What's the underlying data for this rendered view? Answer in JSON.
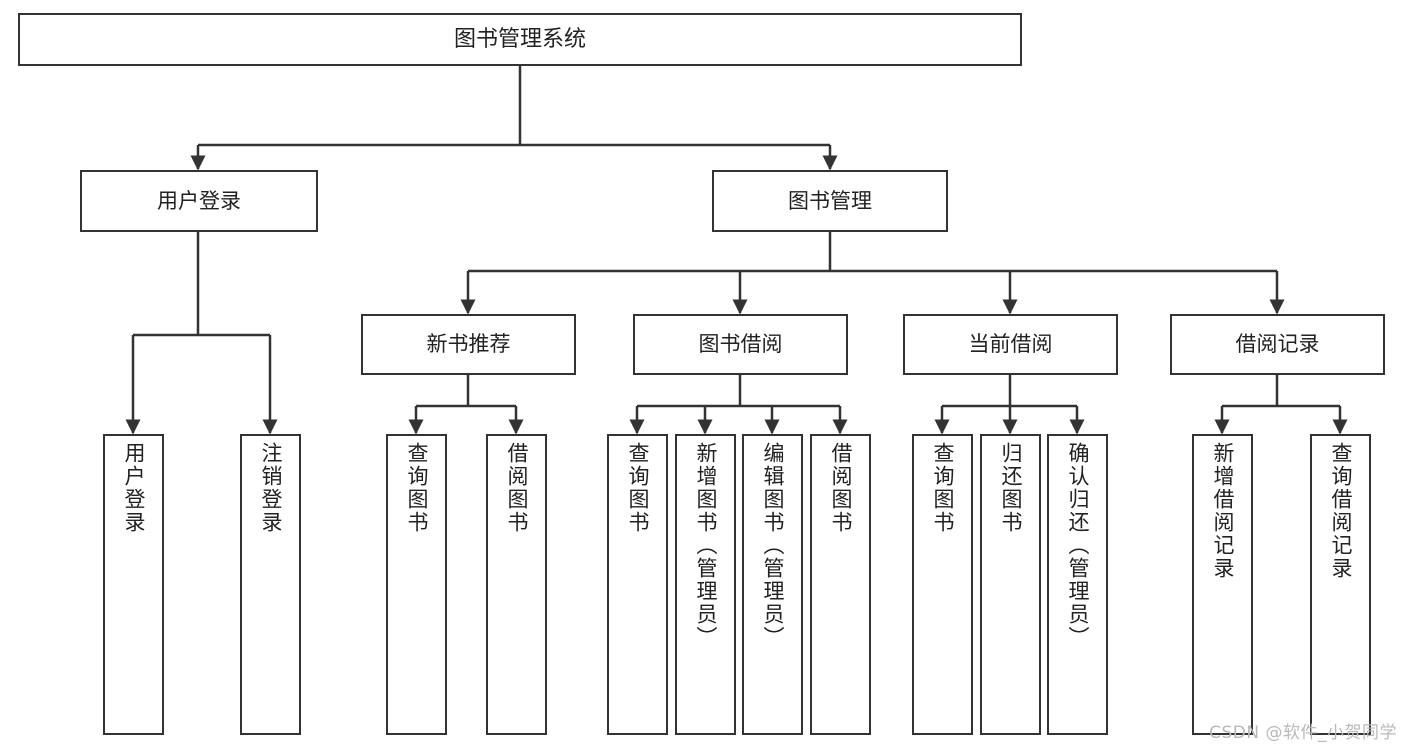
{
  "diagram": {
    "title": "图书管理系统",
    "type": "tree",
    "root": {
      "id": "root",
      "label": "图书管理系统"
    },
    "level2": [
      {
        "id": "user-login",
        "label": "用户登录"
      },
      {
        "id": "book-manage",
        "label": "图书管理"
      }
    ],
    "level3": [
      {
        "id": "new-book-recommend",
        "label": "新书推荐",
        "parent": "book-manage"
      },
      {
        "id": "book-borrow",
        "label": "图书借阅",
        "parent": "book-manage"
      },
      {
        "id": "current-borrow",
        "label": "当前借阅",
        "parent": "book-manage"
      },
      {
        "id": "borrow-record",
        "label": "借阅记录",
        "parent": "book-manage"
      }
    ],
    "leaves": [
      {
        "id": "leaf-user-login",
        "label": "用户登录",
        "parent": "user-login"
      },
      {
        "id": "leaf-user-logout",
        "label": "注销登录",
        "parent": "user-login"
      },
      {
        "id": "leaf-query-book-1",
        "label": "查询图书",
        "parent": "new-book-recommend"
      },
      {
        "id": "leaf-borrow-book-1",
        "label": "借阅图书",
        "parent": "new-book-recommend"
      },
      {
        "id": "leaf-query-book-2",
        "label": "查询图书",
        "parent": "book-borrow"
      },
      {
        "id": "leaf-add-book",
        "label": "新增图书（管理员）",
        "parent": "book-borrow"
      },
      {
        "id": "leaf-edit-book",
        "label": "编辑图书（管理员）",
        "parent": "book-borrow"
      },
      {
        "id": "leaf-borrow-book-2",
        "label": "借阅图书",
        "parent": "book-borrow"
      },
      {
        "id": "leaf-query-book-3",
        "label": "查询图书",
        "parent": "current-borrow"
      },
      {
        "id": "leaf-return-book",
        "label": "归还图书",
        "parent": "current-borrow"
      },
      {
        "id": "leaf-confirm-return",
        "label": "确认归还（管理员）",
        "parent": "current-borrow"
      },
      {
        "id": "leaf-add-record",
        "label": "新增借阅记录",
        "parent": "borrow-record"
      },
      {
        "id": "leaf-query-record",
        "label": "查询借阅记录",
        "parent": "borrow-record"
      }
    ],
    "colors": {
      "border": "#333333",
      "fill": "#ffffff",
      "text": "#222222",
      "edge": "#333333",
      "watermark": "#b9b9b9"
    }
  },
  "watermark": {
    "text": "CSDN @软件_小贺同学"
  }
}
